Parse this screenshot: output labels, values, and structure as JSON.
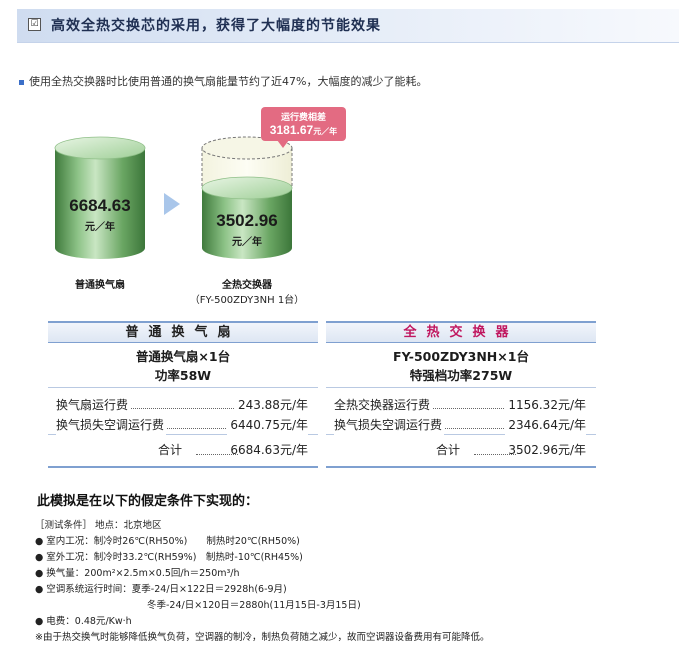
{
  "header": {
    "icon": "checkbox-icon",
    "title": "高效全热交换芯的采用，获得了大幅度的节能效果"
  },
  "intro": "使用全热交换器时比使用普通的换气扇能量节约了近47%，大幅度的减少了能耗。",
  "colors": {
    "cylinder_green": "#5f9e58",
    "arrow": "#a9c6ea",
    "callout": "#e36b82",
    "accent_pink": "#c0175f"
  },
  "comparison": {
    "fan": {
      "value": "6684.63",
      "unit": "元／年",
      "label": "普通换气扇"
    },
    "exchanger": {
      "value": "3502.96",
      "unit": "元／年",
      "label": "全热交换器",
      "model": "（FY-500ZDY3NH 1台）"
    },
    "callout_label": "运行费相差",
    "callout_value": "3181.67",
    "callout_unit": "元／年"
  },
  "table_fan": {
    "title": "普通换气扇",
    "spec1": "普通换气扇×1台",
    "spec2": "功率58W",
    "rows": [
      {
        "label": "换气扇运行费",
        "value": "243.88元/年"
      },
      {
        "label": "换气损失空调运行费",
        "value": "6440.75元/年"
      }
    ],
    "total_label": "合计",
    "total_value": "6684.63元/年"
  },
  "table_exchanger": {
    "title": "全热交换器",
    "spec1": "FY-500ZDY3NH×1台",
    "spec2": "特强档功率275W",
    "rows": [
      {
        "label": "全热交换器运行费",
        "value": "1156.32元/年"
      },
      {
        "label": "换气损失空调运行费",
        "value": "2346.64元/年"
      }
    ],
    "total_label": "合计",
    "total_value": "3502.96元/年"
  },
  "conditions": {
    "title": "此模拟是在以下的假定条件下实现的：",
    "lines": [
      "［测试条件］ 地点：北京地区",
      "● 室内工况：制冷时26℃(RH50%)　　制热时20℃(RH50%)",
      "● 室外工况：制冷时33.2℃(RH59%)　制热时-10℃(RH45%)",
      "● 换气量：200m²×2.5m×0.5回/h＝250m³/h",
      "● 空调系统运行时间：夏季-24/日×122日＝2928h(6-9月)",
      "冬季-24/日×120日＝2880h(11月15日-3月15日)",
      "● 电费：0.48元/Kw·h",
      "※由于热交换气时能够降低换气负荷，空调器的制冷，制热负荷随之减少，故而空调器设备费用有可能降低。"
    ]
  }
}
